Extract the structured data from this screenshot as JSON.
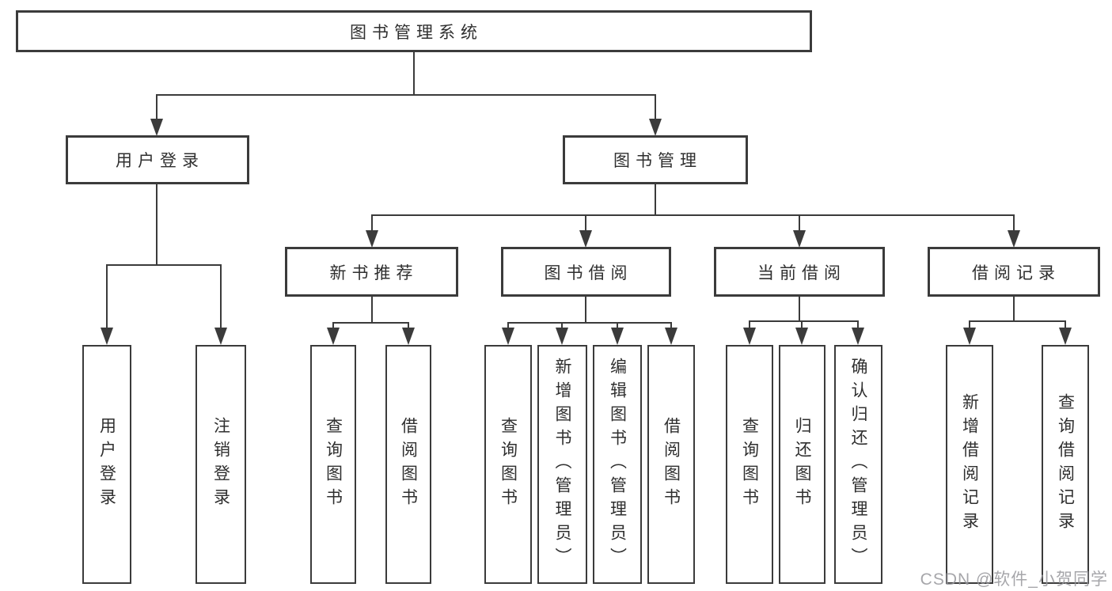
{
  "diagram": {
    "root": {
      "label": "图书管理系统"
    },
    "branches": [
      {
        "label": "用户登录",
        "children": [
          {
            "label": "用户登录"
          },
          {
            "label": "注销登录"
          }
        ]
      },
      {
        "label": "图书管理",
        "children": [
          {
            "label": "新书推荐",
            "children": [
              {
                "label": "查询图书"
              },
              {
                "label": "借阅图书"
              }
            ]
          },
          {
            "label": "图书借阅",
            "children": [
              {
                "label": "查询图书"
              },
              {
                "label": "新增图书（管理员）"
              },
              {
                "label": "编辑图书（管理员）"
              },
              {
                "label": "借阅图书"
              }
            ]
          },
          {
            "label": "当前借阅",
            "children": [
              {
                "label": "查询图书"
              },
              {
                "label": "归还图书"
              },
              {
                "label": "确认归还（管理员）"
              }
            ]
          },
          {
            "label": "借阅记录",
            "children": [
              {
                "label": "新增借阅记录"
              },
              {
                "label": "查询借阅记录"
              }
            ]
          }
        ]
      }
    ]
  },
  "watermark": {
    "text": "CSDN @软件_小贺同学"
  },
  "colors": {
    "line": "#3b3b3b",
    "text": "#2f2f2f",
    "background": "#ffffff",
    "watermark": "#96969b"
  }
}
